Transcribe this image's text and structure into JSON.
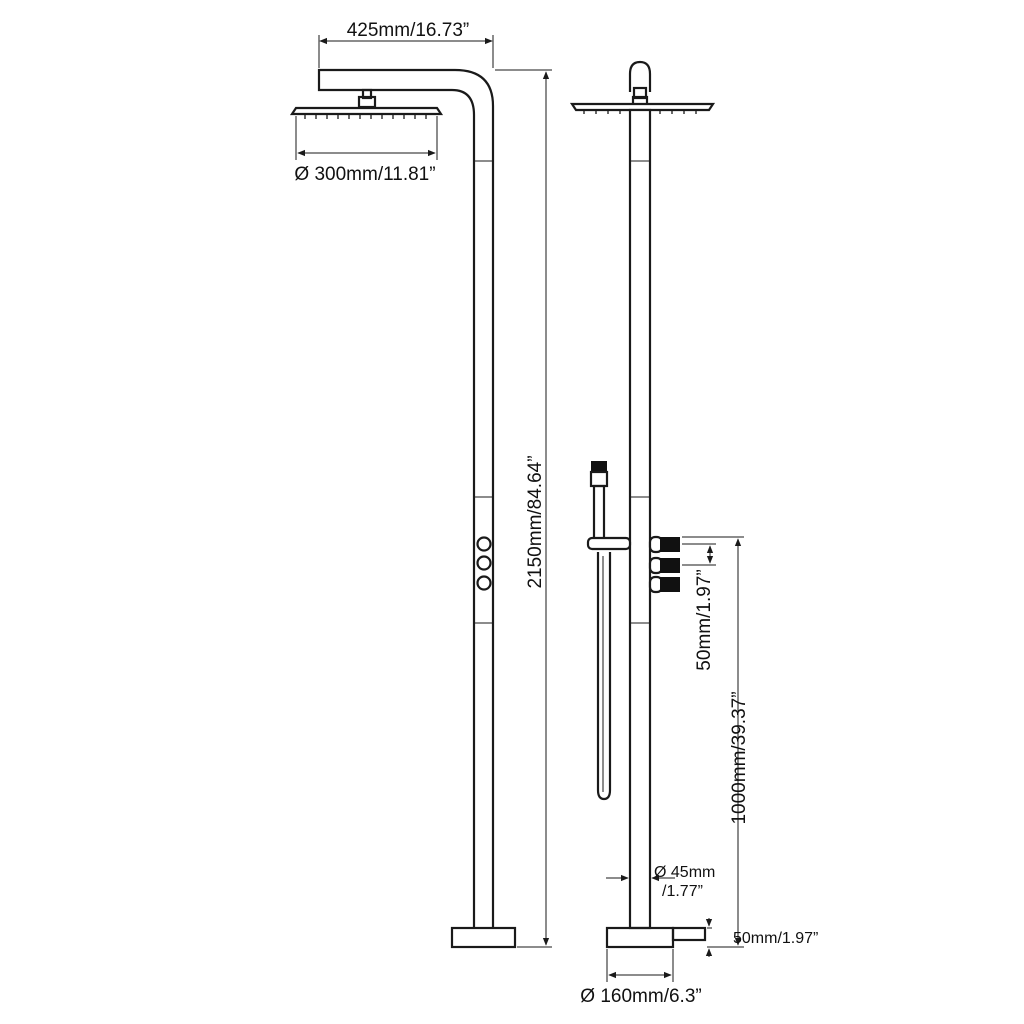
{
  "dimensions": {
    "arm_reach": "425mm/16.73”",
    "head_diameter": "Ø 300mm/11.81”",
    "total_height": "2150mm/84.64”",
    "valve_spacing": "50mm/1.97”",
    "valve_height": "1000mm/39.37”",
    "pipe_diameter_mm": "Ø 45mm",
    "pipe_diameter_in": "/1.77”",
    "base_height": "50mm/1.97”",
    "base_diameter": "Ø 160mm/6.3”"
  }
}
